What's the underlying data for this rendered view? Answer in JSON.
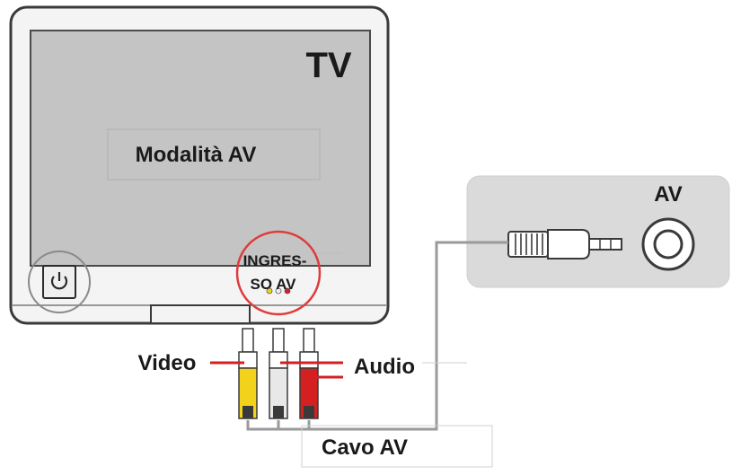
{
  "tv": {
    "title": "TV",
    "screen_text": "Modalità AV",
    "input_label_line1": "INGRES-",
    "input_label_line2": "SO AV"
  },
  "device": {
    "port_label": "AV"
  },
  "cable": {
    "video_label": "Video",
    "audio_label": "Audio",
    "cable_label": "Cavo AV"
  },
  "colors": {
    "video_plug": "#f2d21a",
    "audio_white_plug": "#e8e8e8",
    "audio_red_plug": "#d42020",
    "highlight_circle": "#e03a3a",
    "screen": "#c4c4c4",
    "device_panel": "#dadada",
    "cable": "#9a9a9a"
  }
}
